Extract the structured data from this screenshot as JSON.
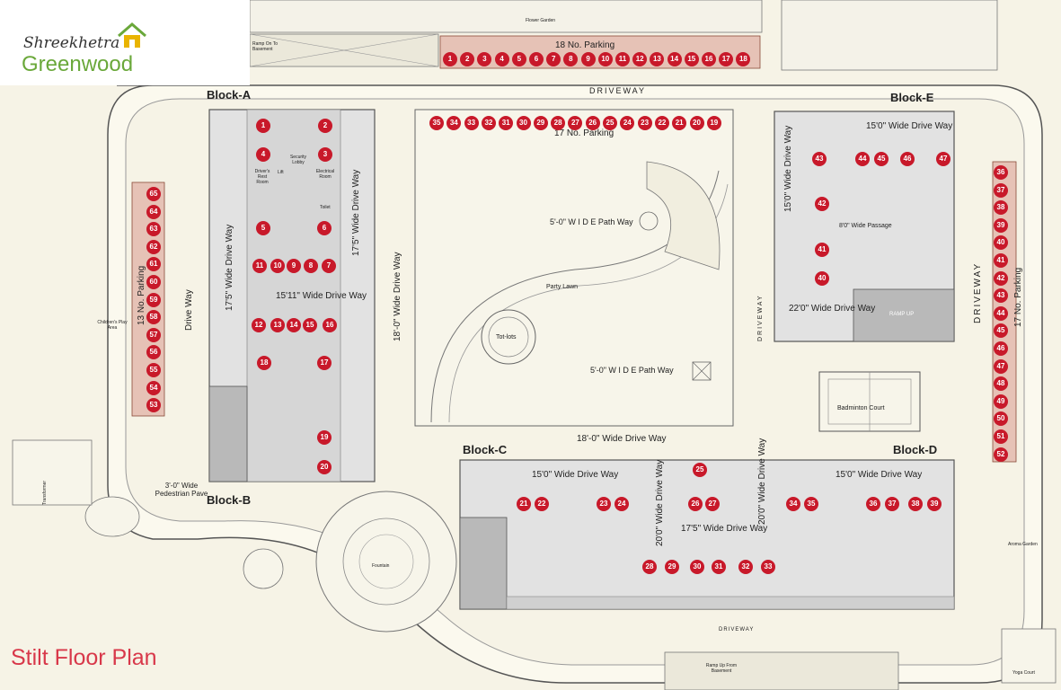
{
  "logo": {
    "line1": "Shreekhetra",
    "line2": "Greenwood"
  },
  "title": "Stilt Floor Plan",
  "blocks": {
    "a": "Block-A",
    "b": "Block-B",
    "c": "Block-C",
    "d": "Block-D",
    "e": "Block-E"
  },
  "parking": {
    "top_row": {
      "label": "18 No. Parking",
      "numbers": [
        "1",
        "2",
        "3",
        "4",
        "5",
        "6",
        "7",
        "8",
        "9",
        "10",
        "11",
        "12",
        "13",
        "14",
        "15",
        "16",
        "17",
        "18"
      ]
    },
    "mid_row": {
      "label": "17 No. Parking",
      "numbers": [
        "35",
        "34",
        "33",
        "32",
        "31",
        "30",
        "29",
        "28",
        "27",
        "26",
        "25",
        "24",
        "23",
        "22",
        "21",
        "20",
        "19"
      ]
    },
    "left_col": {
      "label": "13 No. Parking",
      "numbers": [
        "65",
        "64",
        "63",
        "62",
        "61",
        "60",
        "59",
        "58",
        "57",
        "56",
        "55",
        "54",
        "53"
      ]
    },
    "right_col": {
      "label": "17 No. Parking",
      "numbers": [
        "36",
        "37",
        "38",
        "39",
        "40",
        "41",
        "42",
        "43",
        "44",
        "45",
        "46",
        "47",
        "48",
        "49",
        "50",
        "51",
        "52"
      ]
    }
  },
  "block_a_spots": [
    "1",
    "2",
    "4",
    "3",
    "5",
    "6",
    "11",
    "10",
    "9",
    "8",
    "7",
    "12",
    "13",
    "14",
    "15",
    "16",
    "18",
    "17",
    "19",
    "20"
  ],
  "block_c_spots": [
    "21",
    "22",
    "23",
    "24",
    "25",
    "26",
    "27",
    "28",
    "29",
    "30",
    "31",
    "32",
    "33"
  ],
  "block_d_spots": [
    "34",
    "35",
    "36",
    "37",
    "38",
    "39"
  ],
  "block_e_spots": [
    "43",
    "44",
    "45",
    "46",
    "47",
    "42",
    "41",
    "40"
  ],
  "labels": {
    "driveway_top": "DRIVEWAY",
    "driveway_bottom": "DRIVEWAY",
    "drive_way_left": "Drive Way",
    "drive_way_right": "DRIVEWAY",
    "driveway_e": "DRIVEWAY",
    "a_wide_1": "17'5\"  Wide Drive Way",
    "a_wide_2": "17'5\"  Wide Drive Way",
    "a_wide_3": "15'11\"  Wide Drive Way",
    "wide_18_vert": "18'-0\"  Wide Drive Way",
    "wide_18_horiz": "18'-0\"  Wide Drive Way",
    "path_way_1": "5'-0\"  W I D E   Path Way",
    "path_way_2": "5'-0\"  W I D E   Path Way",
    "party_lawn": "Party Lawn",
    "tot_lots": "Tot-lots",
    "badminton": "Badminton Court",
    "e_wide_1": "15'0\"  Wide Drive Way",
    "e_wide_2": "15'0\"  Wide Drive Way",
    "e_wide_3": "22'0\"  Wide Drive Way",
    "e_passage": "8'0\" Wide Passage",
    "ramp_up": "RAMP UP",
    "c_wide_1": "15'0\"  Wide Drive Way",
    "c_wide_2": "20'0\"  Wide Drive Way",
    "c_wide_3": "17'5\"  Wide Drive Way",
    "d_wide_1": "15'0\"  Wide Drive Way",
    "d_wide_2": "20'0\"  Wide Drive Way",
    "pedestrian": "3'-0\" Wide Pedestrian Pave",
    "flower_garden": "Flower Garden",
    "fountain": "Fountain",
    "childrens": "Children's Play Area",
    "transformer": "Transformer",
    "ramp_basement": "Ramp Up From Basement",
    "ramp_to": "Ramp On To Basement",
    "aroma": "Aroma Garden",
    "yoga": "Yoga Court",
    "security_lobby": "Security Lobby",
    "drivers_rest": "Driver's Rest Room",
    "electrical_room": "Electrical Room",
    "lift": "Lift",
    "toilet": "Toilet"
  },
  "colors": {
    "bg": "#f6f3e6",
    "road": "#e8e6dc",
    "block": "#d8d8d8",
    "spot": "#c8192a",
    "parking_fill": "#e6c2b6",
    "title": "#d8384a",
    "logo_green": "#6aa83a"
  }
}
